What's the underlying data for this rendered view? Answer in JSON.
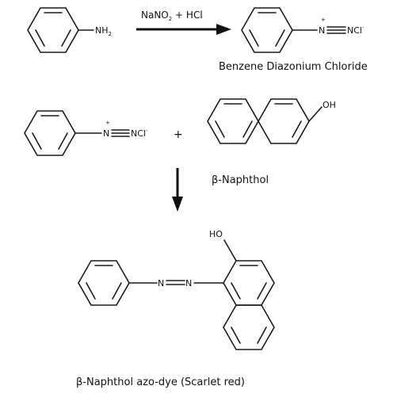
{
  "reaction1": {
    "reactant_group": "NH",
    "reactant_group_sub": "2",
    "reagent_part1": "NaNO",
    "reagent_sub": "2",
    "reagent_part2": " + HCl",
    "product_plus": "+",
    "product_n1": "N",
    "product_n2": "N",
    "product_counterion": "Cl",
    "product_minus": "-",
    "product_name": "Benzene Diazonium Chloride"
  },
  "reaction2": {
    "diazo_plus": "+",
    "diazo_n1": "N",
    "diazo_n2": "N",
    "diazo_counterion": "Cl",
    "diazo_minus": "-",
    "plus_sign": "+",
    "naphthol_oh": "OH",
    "naphthol_name": "β-Naphthol"
  },
  "product": {
    "ho_label": "HO",
    "azo_n1": "N",
    "azo_n2": "N",
    "name": "β-Naphthol azo-dye (Scarlet red)"
  }
}
